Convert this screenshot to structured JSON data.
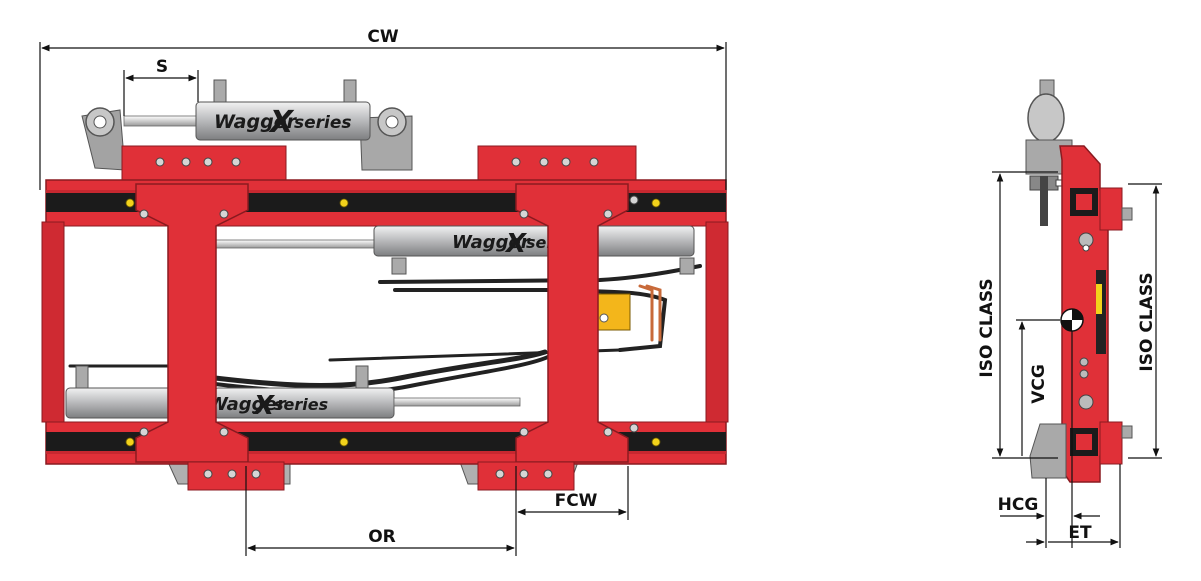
{
  "dimensions": {
    "cw": "CW",
    "s": "S",
    "or": "OR",
    "fcw": "FCW",
    "iso_left": "ISO CLASS",
    "iso_right": "ISO CLASS",
    "vcg": "VCG",
    "hcg": "HCG",
    "et": "ET"
  },
  "brand": {
    "name": "Wagger",
    "x": "X",
    "series": "series"
  },
  "colors": {
    "frame_red": "#e03038",
    "frame_dark_red": "#b8222a",
    "rail_black": "#1b1b1b",
    "bolt_yellow": "#f2d21b",
    "cylinder_gray": "#c9cacc",
    "hose_black": "#222222",
    "valve_yellow": "#f3b61b",
    "bracket_gray": "#9c9c9c"
  },
  "icons": [
    "bolt-icon",
    "grease-fitting-icon",
    "cg-marker-icon"
  ]
}
